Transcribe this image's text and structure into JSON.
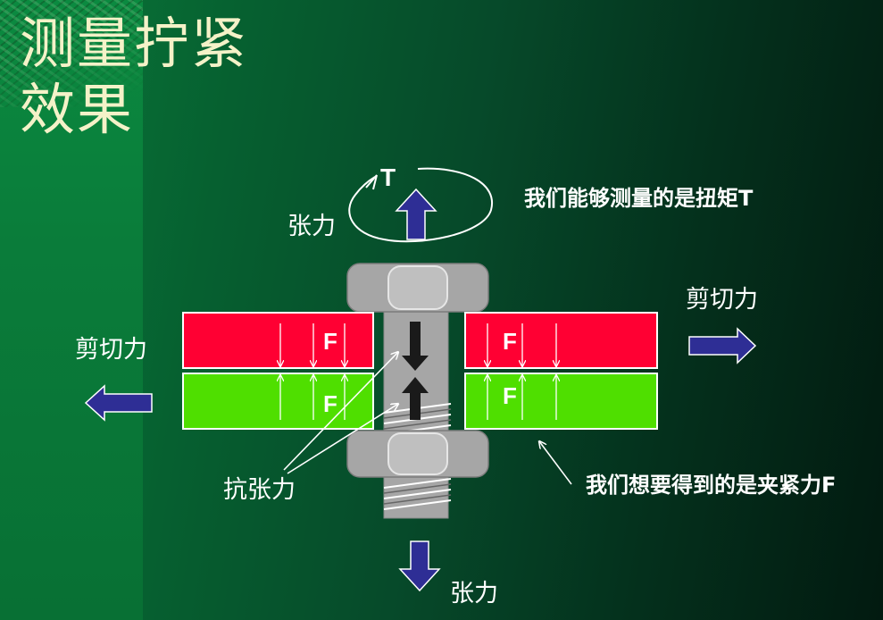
{
  "slide": {
    "title": "测量拧紧\n效果"
  },
  "labels": {
    "tension_top": "张力",
    "tension_bottom": "张力",
    "shear_left": "剪切力",
    "shear_right": "剪切力",
    "anti_tension": "抗张力",
    "torque_symbol": "T",
    "force_symbol": "F",
    "measure_statement": "我们能够测量的是扭矩T",
    "goal_statement": "我们想要得到的是夹紧力F"
  },
  "colors": {
    "upper_plate": "#ff0033",
    "lower_plate": "#4fdf00",
    "arrow_blue": "#2e2e95",
    "bolt_gray": "#a6a6a6",
    "title_text": "#f4f2c8"
  },
  "icons": {
    "tension_arrow": "up-arrow-icon",
    "shear_arrow": "horizontal-arrow-icon",
    "torque": "rotation-ellipse-icon"
  }
}
